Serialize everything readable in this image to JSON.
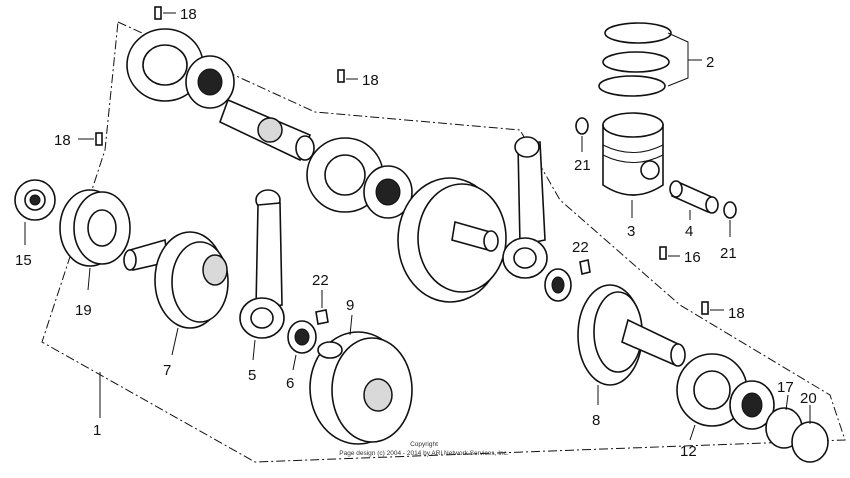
{
  "callouts": {
    "c1": "1",
    "c2": "2",
    "c3": "3",
    "c4": "4",
    "c5": "5",
    "c6": "6",
    "c7": "7",
    "c8": "8",
    "c9": "9",
    "c12": "12",
    "c15": "15",
    "c16": "16",
    "c17": "17",
    "c18a": "18",
    "c18b": "18",
    "c18c": "18",
    "c18d": "18",
    "c19": "19",
    "c20": "20",
    "c21a": "21",
    "c21b": "21",
    "c22a": "22",
    "c22b": "22"
  },
  "copyright": {
    "line1": "Copyright",
    "line2": "Page design (c) 2004 - 2014 by ARI Network Services, Inc."
  }
}
